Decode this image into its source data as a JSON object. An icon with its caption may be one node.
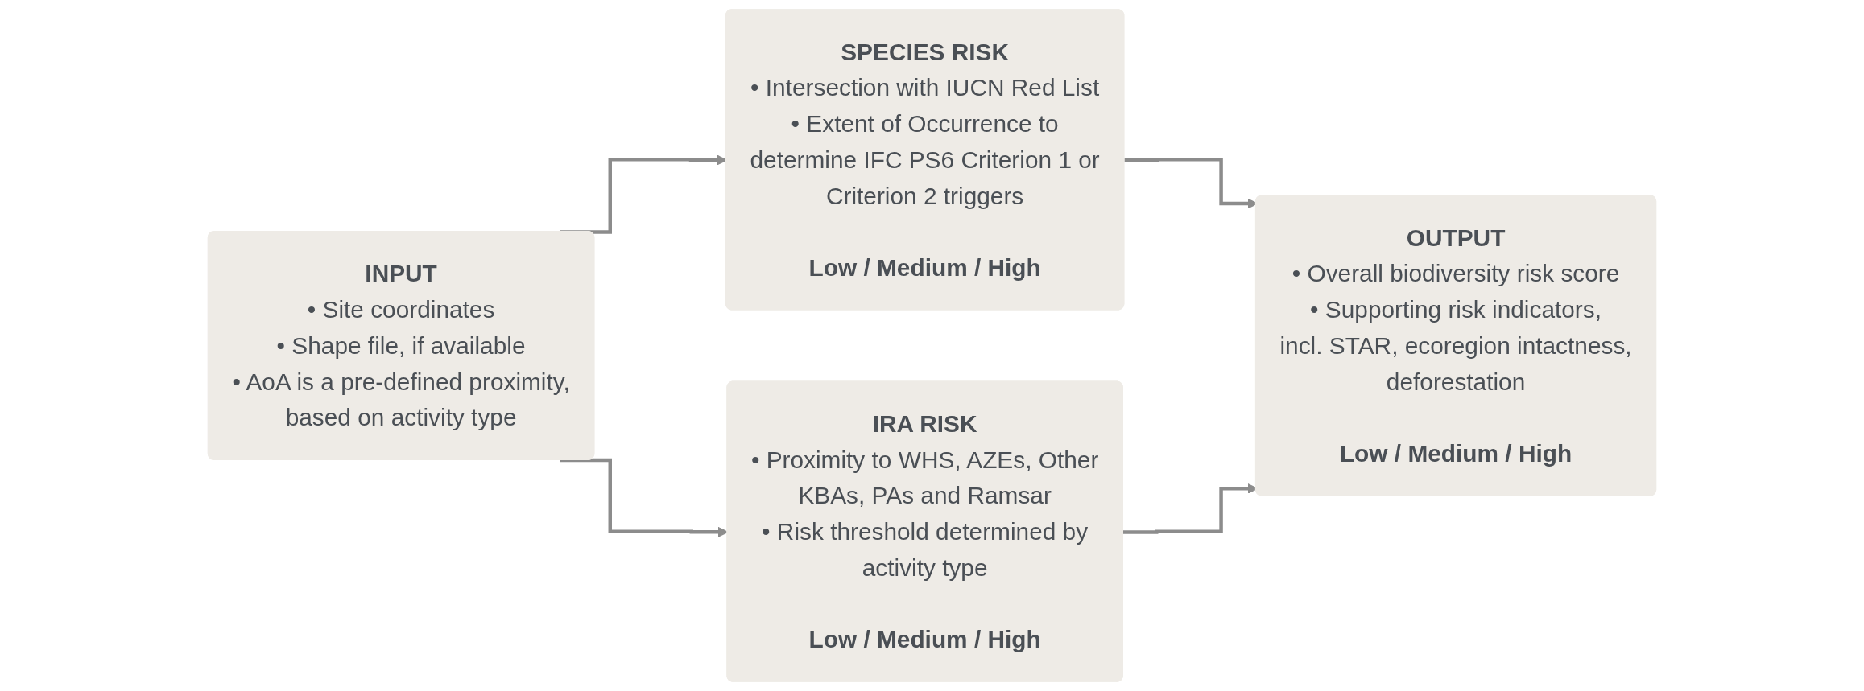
{
  "diagram": {
    "nodes": [
      {
        "text": [
          "INPUT",
          "• Site coordinates",
          "• Shape file, if available",
          "• AoA is a pre-defined proximity, based on activity type"
        ]
      },
      {
        "text": [
          "SPECIES RISK",
          "• Intersection with IUCN Red List",
          "• Extent of Occurrence to determine IFC PS6 Criterion 1 or Criterion 2 triggers",
          "Low / Medium / High"
        ]
      },
      {
        "text": [
          "IRA RISK",
          "• Proximity to WHS, AZEs, Other KBAs, PAs and Ramsar",
          "• Risk threshold determined by activity type",
          "Low / Medium / High"
        ]
      },
      {
        "text": [
          "OUTPUT",
          "• Overall biodiversity risk score",
          "• Supporting risk indicators, incl. STAR, ecoregion intactness, deforestation",
          "Low / Medium / High"
        ]
      }
    ],
    "edges": [
      {
        "from": 0,
        "to": 1,
        "arrow": "to"
      },
      {
        "from": 0,
        "to": 2,
        "arrow": "to"
      },
      {
        "from": 1,
        "to": 3,
        "arrow": "to"
      },
      {
        "from": 2,
        "to": 3,
        "arrow": "to"
      }
    ]
  }
}
